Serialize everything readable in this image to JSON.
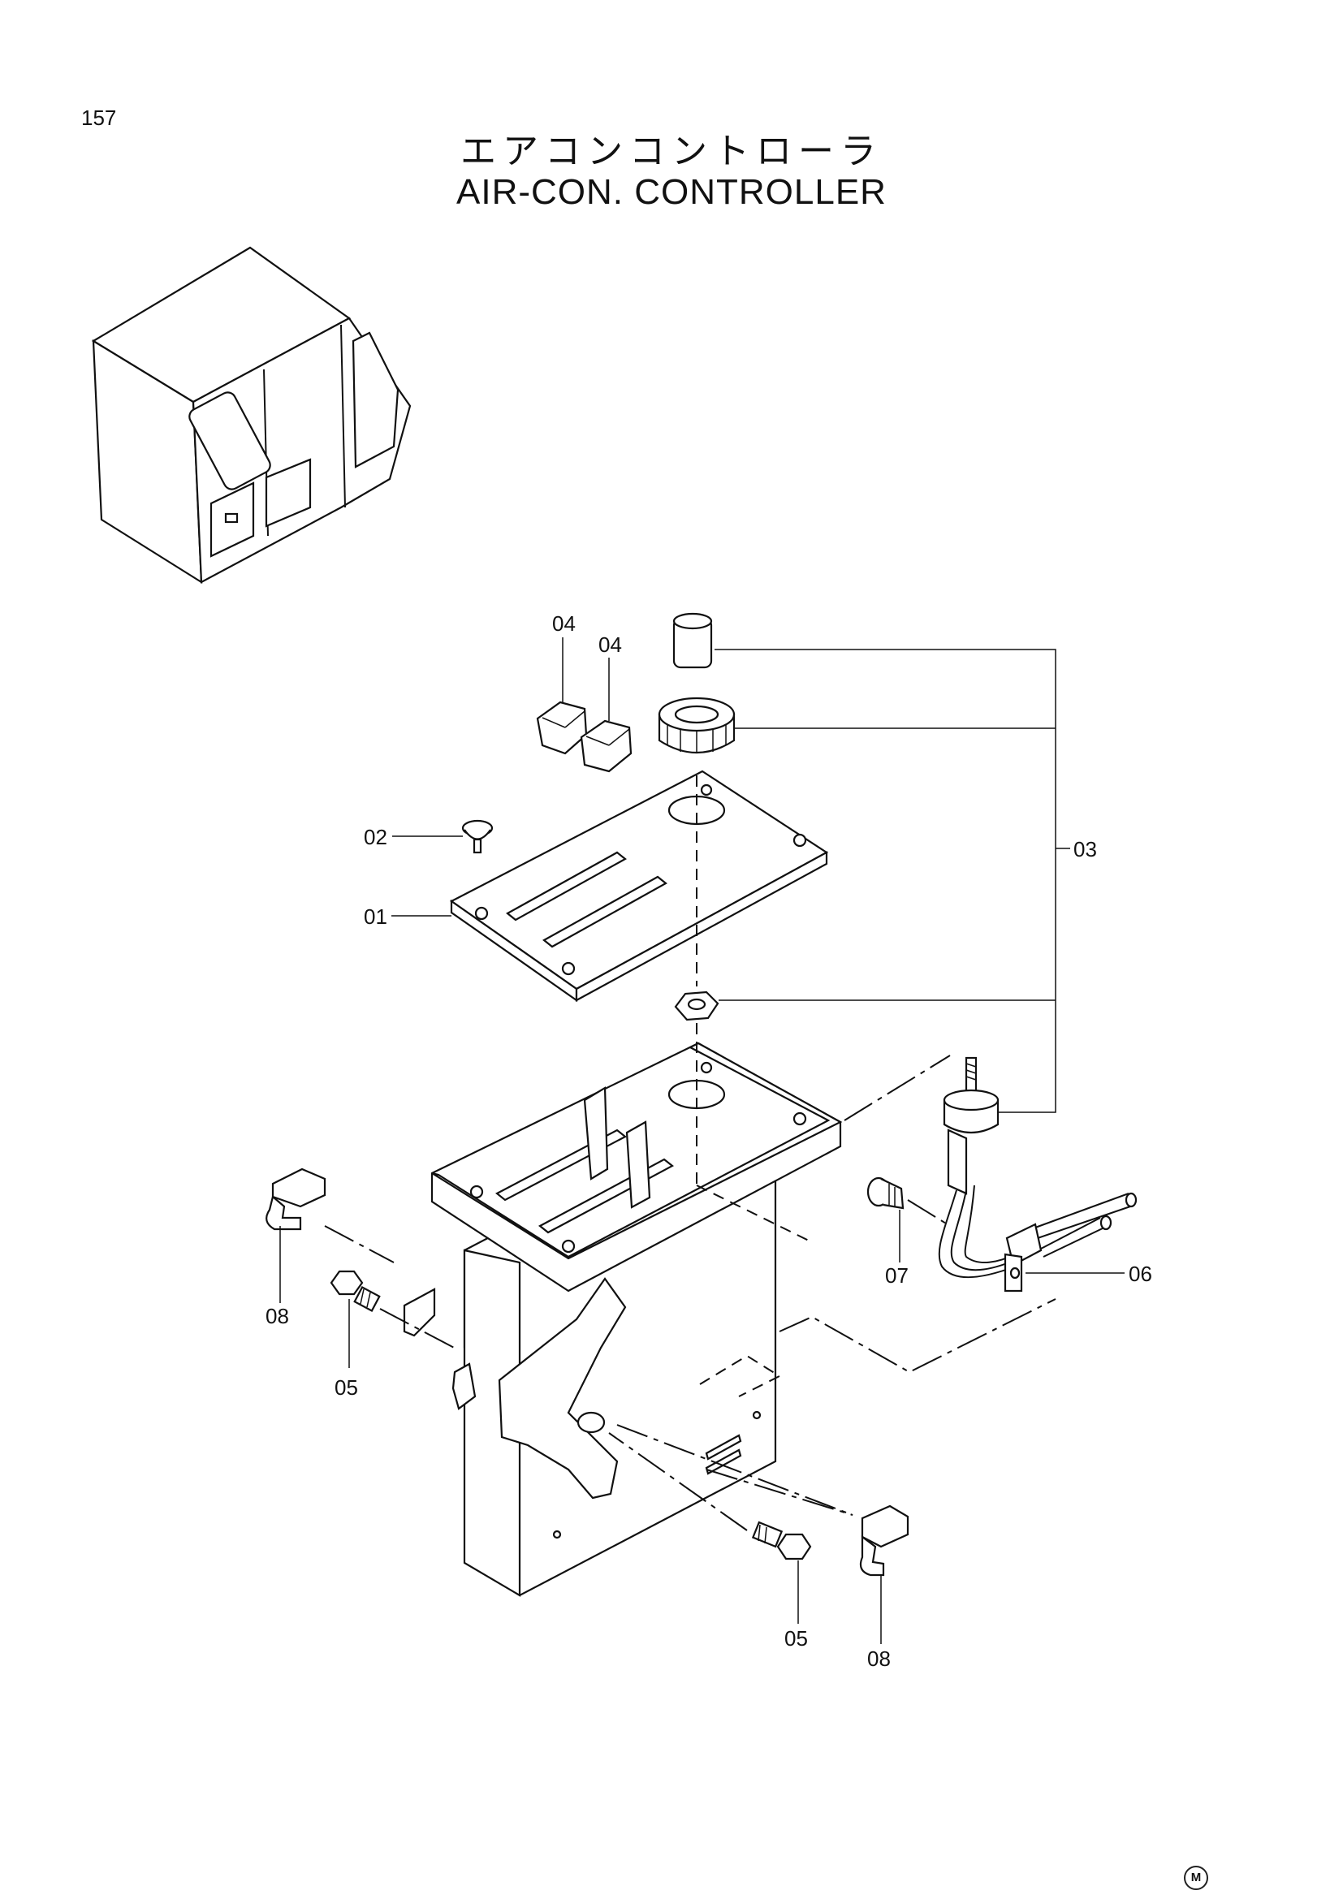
{
  "page_number": "157",
  "title_jp": "エアコンコントローラ",
  "title_en": "AIR-CON. CONTROLLER",
  "callouts": {
    "c01": "01",
    "c02": "02",
    "c03": "03",
    "c04a": "04",
    "c04b": "04",
    "c05a": "05",
    "c05b": "05",
    "c06": "06",
    "c07": "07",
    "c08a": "08",
    "c08b": "08"
  },
  "footer_mark": "M"
}
